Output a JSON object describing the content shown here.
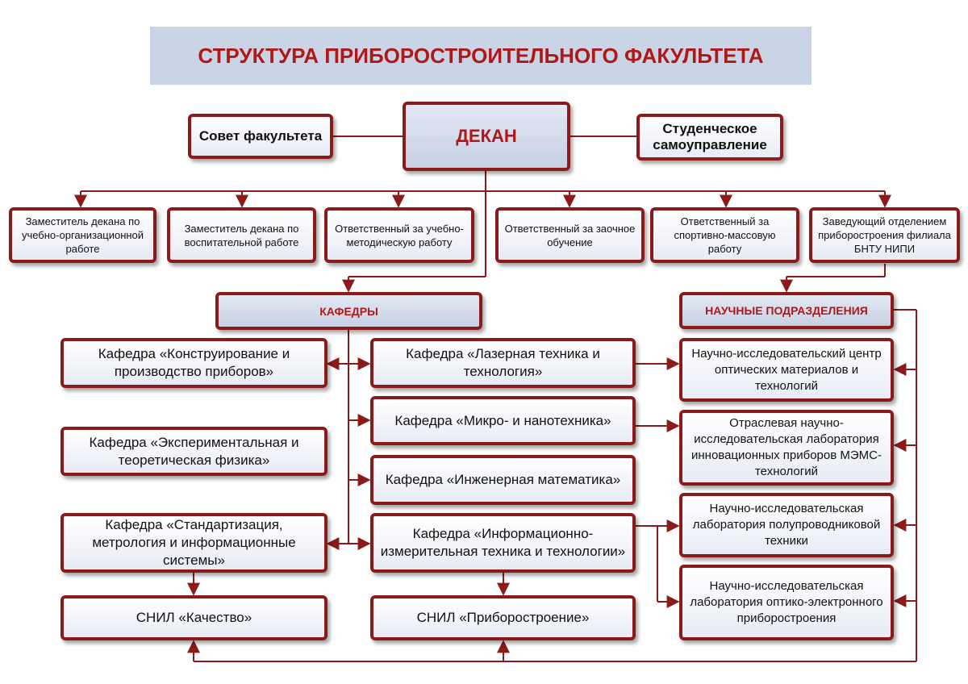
{
  "title": "СТРУКТУРА ПРИБОРОСТРОИТЕЛЬНОГО ФАКУЛЬТЕТА",
  "top": {
    "council": "Совет факультета",
    "dean": "ДЕКАН",
    "student_gov": "Студенческое самоуправление"
  },
  "deputies": [
    "Заместитель декана по учебно-организационной работе",
    "Заместитель декана по воспитательной работе",
    "Ответственный за учебно-методическую работу",
    "Ответственный за заочное обучение",
    "Ответственный за спортивно-массовую работу",
    "Заведующий отделением приборостроения филиала БНТУ НИПИ"
  ],
  "sections": {
    "departments": "КАФЕДРЫ",
    "research": "НАУЧНЫЕ ПОДРАЗДЕЛЕНИЯ"
  },
  "departments_left": [
    "Кафедра «Конструирование и производство приборов»",
    "Кафедра «Экспериментальная и теоретическая физика»",
    "Кафедра «Стандартизация, метрология и информационные системы»"
  ],
  "departments_mid": [
    "Кафедра «Лазерная техника и технология»",
    "Кафедра «Микро- и нанотехника»",
    "Кафедра «Инженерная математика»",
    "Кафедра «Информационно-измерительная техника и технологии»"
  ],
  "labs": [
    "СНИЛ «Качество»",
    "СНИЛ «Приборостроение»"
  ],
  "research_units": [
    "Научно-исследовательский центр оптических материалов и технологий",
    "Отраслевая научно-исследовательская лаборатория инновационных приборов МЭМС-технологий",
    "Научно-исследовательская лаборатория полупроводниковой техники",
    "Научно-исследовательская лаборатория оптико-электронного приборостроения"
  ],
  "colors": {
    "border": "#8b1a1a",
    "title_text": "#b01818",
    "title_bg": "#c9d4e6"
  }
}
